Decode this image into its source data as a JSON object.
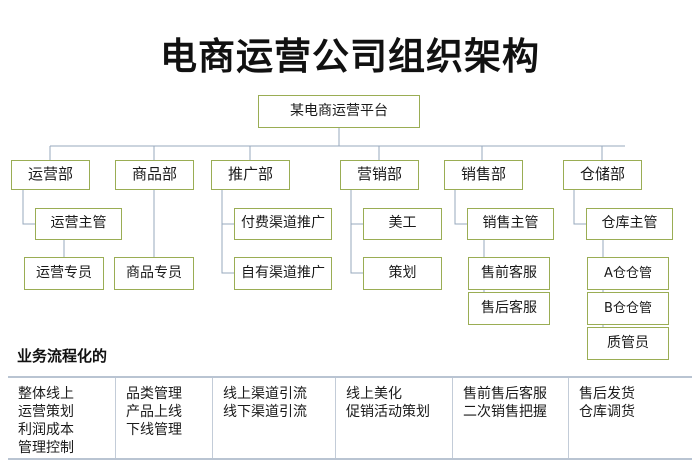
{
  "title": "电商运营公司组织架构",
  "colors": {
    "node_border": "#9aad54",
    "connector": "#97a8bd",
    "table_border": "#b9c4d2",
    "text": "#1a1a1a",
    "background": "#ffffff"
  },
  "org": {
    "root": {
      "label": "某电商运营平台"
    },
    "departments": [
      {
        "label": "运营部",
        "children": [
          {
            "label": "运营主管",
            "level": 2
          },
          {
            "label": "运营专员",
            "level": 3
          }
        ]
      },
      {
        "label": "商品部",
        "children": [
          {
            "label": "商品专员",
            "level": 3
          }
        ]
      },
      {
        "label": "推广部",
        "children": [
          {
            "label": "付费渠道推广",
            "level": 2
          },
          {
            "label": "自有渠道推广",
            "level": 3
          }
        ]
      },
      {
        "label": "营销部",
        "children": [
          {
            "label": "美工",
            "level": 2
          },
          {
            "label": "策划",
            "level": 3
          }
        ]
      },
      {
        "label": "销售部",
        "children": [
          {
            "label": "销售主管",
            "level": 2
          },
          {
            "label": "售前客服",
            "level": 3
          },
          {
            "label": "售后客服",
            "level": 4
          }
        ]
      },
      {
        "label": "仓储部",
        "children": [
          {
            "label": "仓库主管",
            "level": 2
          },
          {
            "label": "A仓仓管",
            "level": 3
          },
          {
            "label": "B仓仓管",
            "level": 4
          },
          {
            "label": "质管员",
            "level": 5
          }
        ]
      }
    ]
  },
  "process": {
    "heading": "业务流程化的",
    "cells": [
      "整体线上\n运营策划\n利润成本\n管理控制",
      "品类管理\n产品上线\n下线管理",
      "线上渠道引流\n线下渠道引流",
      "线上美化\n促销活动策划",
      "售前售后客服\n二次销售把握",
      "售后发货\n仓库调货"
    ]
  }
}
